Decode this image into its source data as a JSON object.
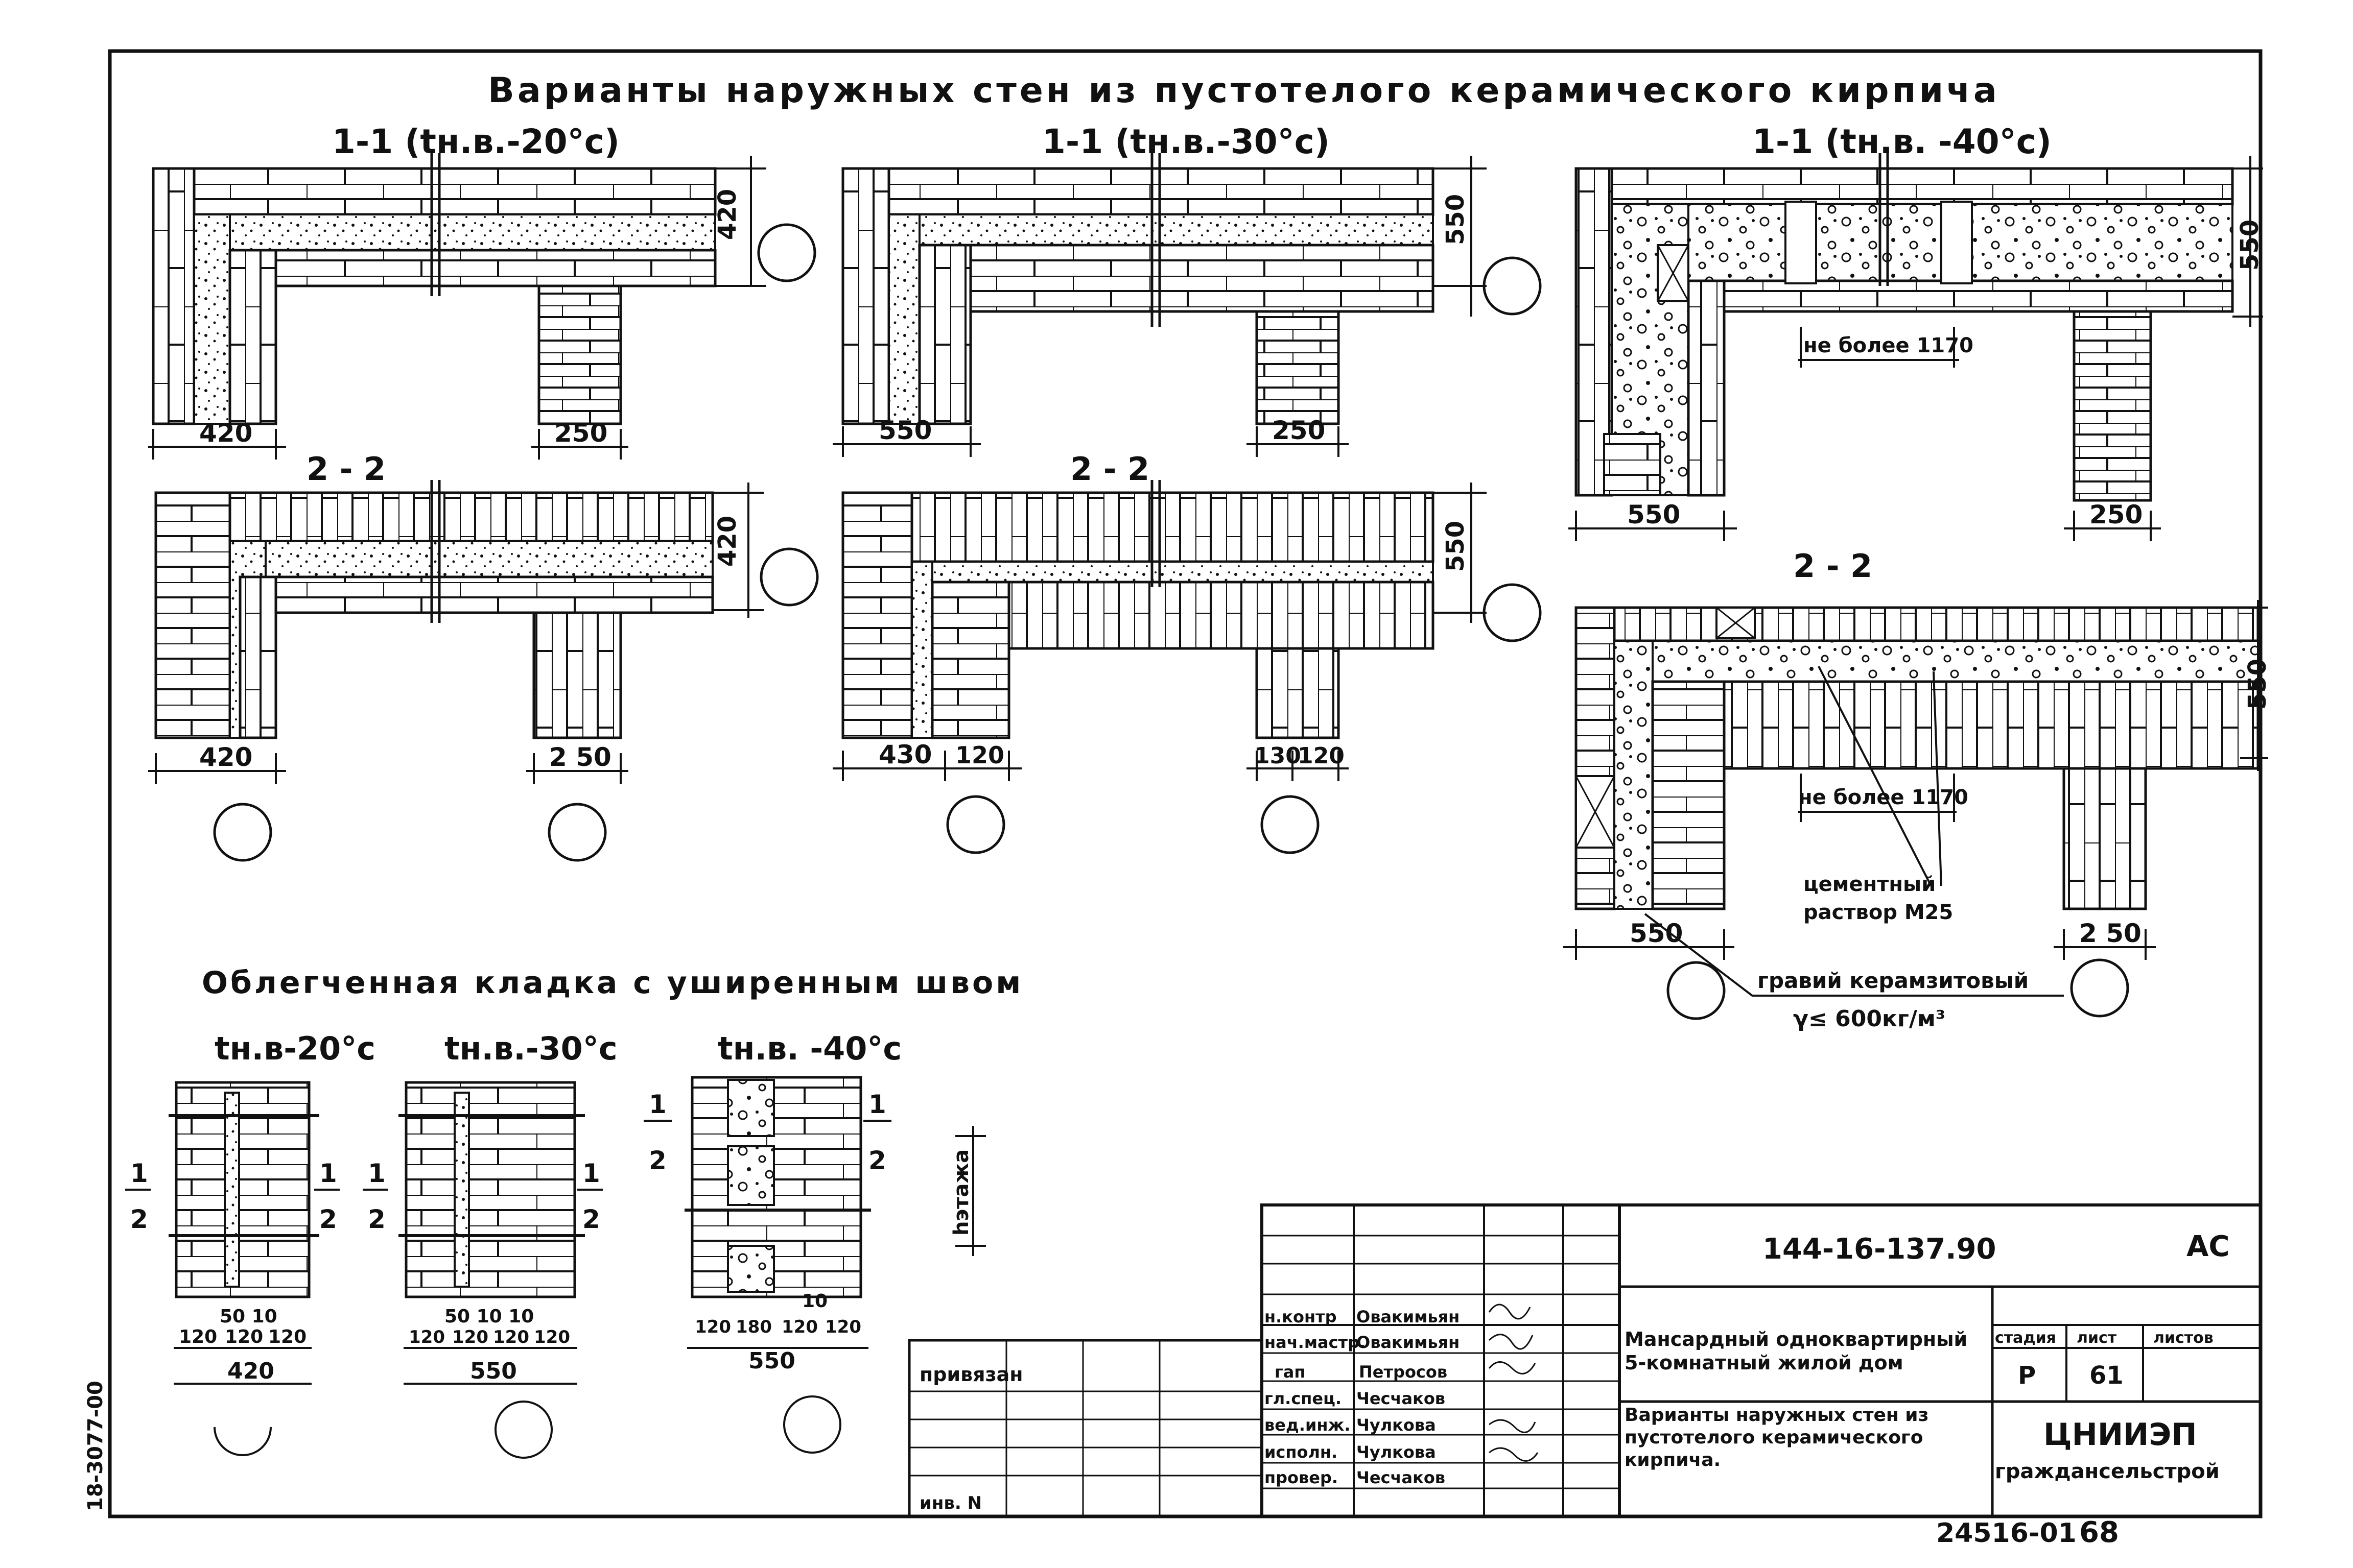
{
  "title": "Варианты наружных стен из пустотелого керамического кирпича",
  "sections": {
    "s1": "1-1 (tн.в.-20°с)",
    "s2": "1-1 (tн.в.-30°с)",
    "s3": "1-1 (tн.в. -40°с)",
    "s22": "2 - 2"
  },
  "dims": {
    "d420": "420",
    "d250": "250",
    "d550": "550",
    "d430": "430",
    "d120": "120",
    "d130": "130",
    "d2_50": "2 50",
    "max1170": "не более 1170"
  },
  "notes": {
    "cement": "цементный",
    "mortar": "раствор М25",
    "gravel": "гравий керамзитовый",
    "density": "γ≤ 600кг/м³"
  },
  "light": {
    "title": "Облегченная кладка с уширенным швом",
    "t20": "tн.в-20°с",
    "t30": "tн.в.-30°с",
    "t40": "tн.в. -40°с",
    "frac1": "1",
    "frac2": "2",
    "floor": "hэтажа",
    "dimA": [
      "120",
      "120",
      "120"
    ],
    "dimA_top": "50 10",
    "dimA_total": "420",
    "dimB": [
      "120",
      "120",
      "120",
      "120"
    ],
    "dimB_top": "50  10  10",
    "dimB_total": "550",
    "dimC": [
      "120",
      "180",
      "120",
      "120"
    ],
    "dimC_top": "10",
    "dimC_total": "550"
  },
  "titleblock": {
    "code": "144-16-137.90",
    "album": "АС",
    "roles": [
      "н.контр",
      "нач.мастр.",
      "гап",
      "гл.спец.",
      "вед.инж.",
      "исполн.",
      "провер."
    ],
    "names": [
      "Овакимьян",
      "Овакимьян",
      "Петросов",
      "Чесчаков",
      "Чулкова",
      "Чулкова",
      "Чесчаков"
    ],
    "project": "Мансардный одноквартирный 5-комнатный жилой дом",
    "sheet_title": "Варианты наружных стен из пустотелого керамического кирпича.",
    "stage_label": "стадия",
    "sheet_label": "лист",
    "sheets_label": "листов",
    "stage": "Р",
    "sheet": "61",
    "org1": "ЦНИИЭП",
    "org2": "граждансельстрой",
    "bound": "привязан",
    "inv": "инв. N"
  },
  "footer": {
    "num": "24516-01",
    "page": "68",
    "side": "18-3077-00"
  }
}
